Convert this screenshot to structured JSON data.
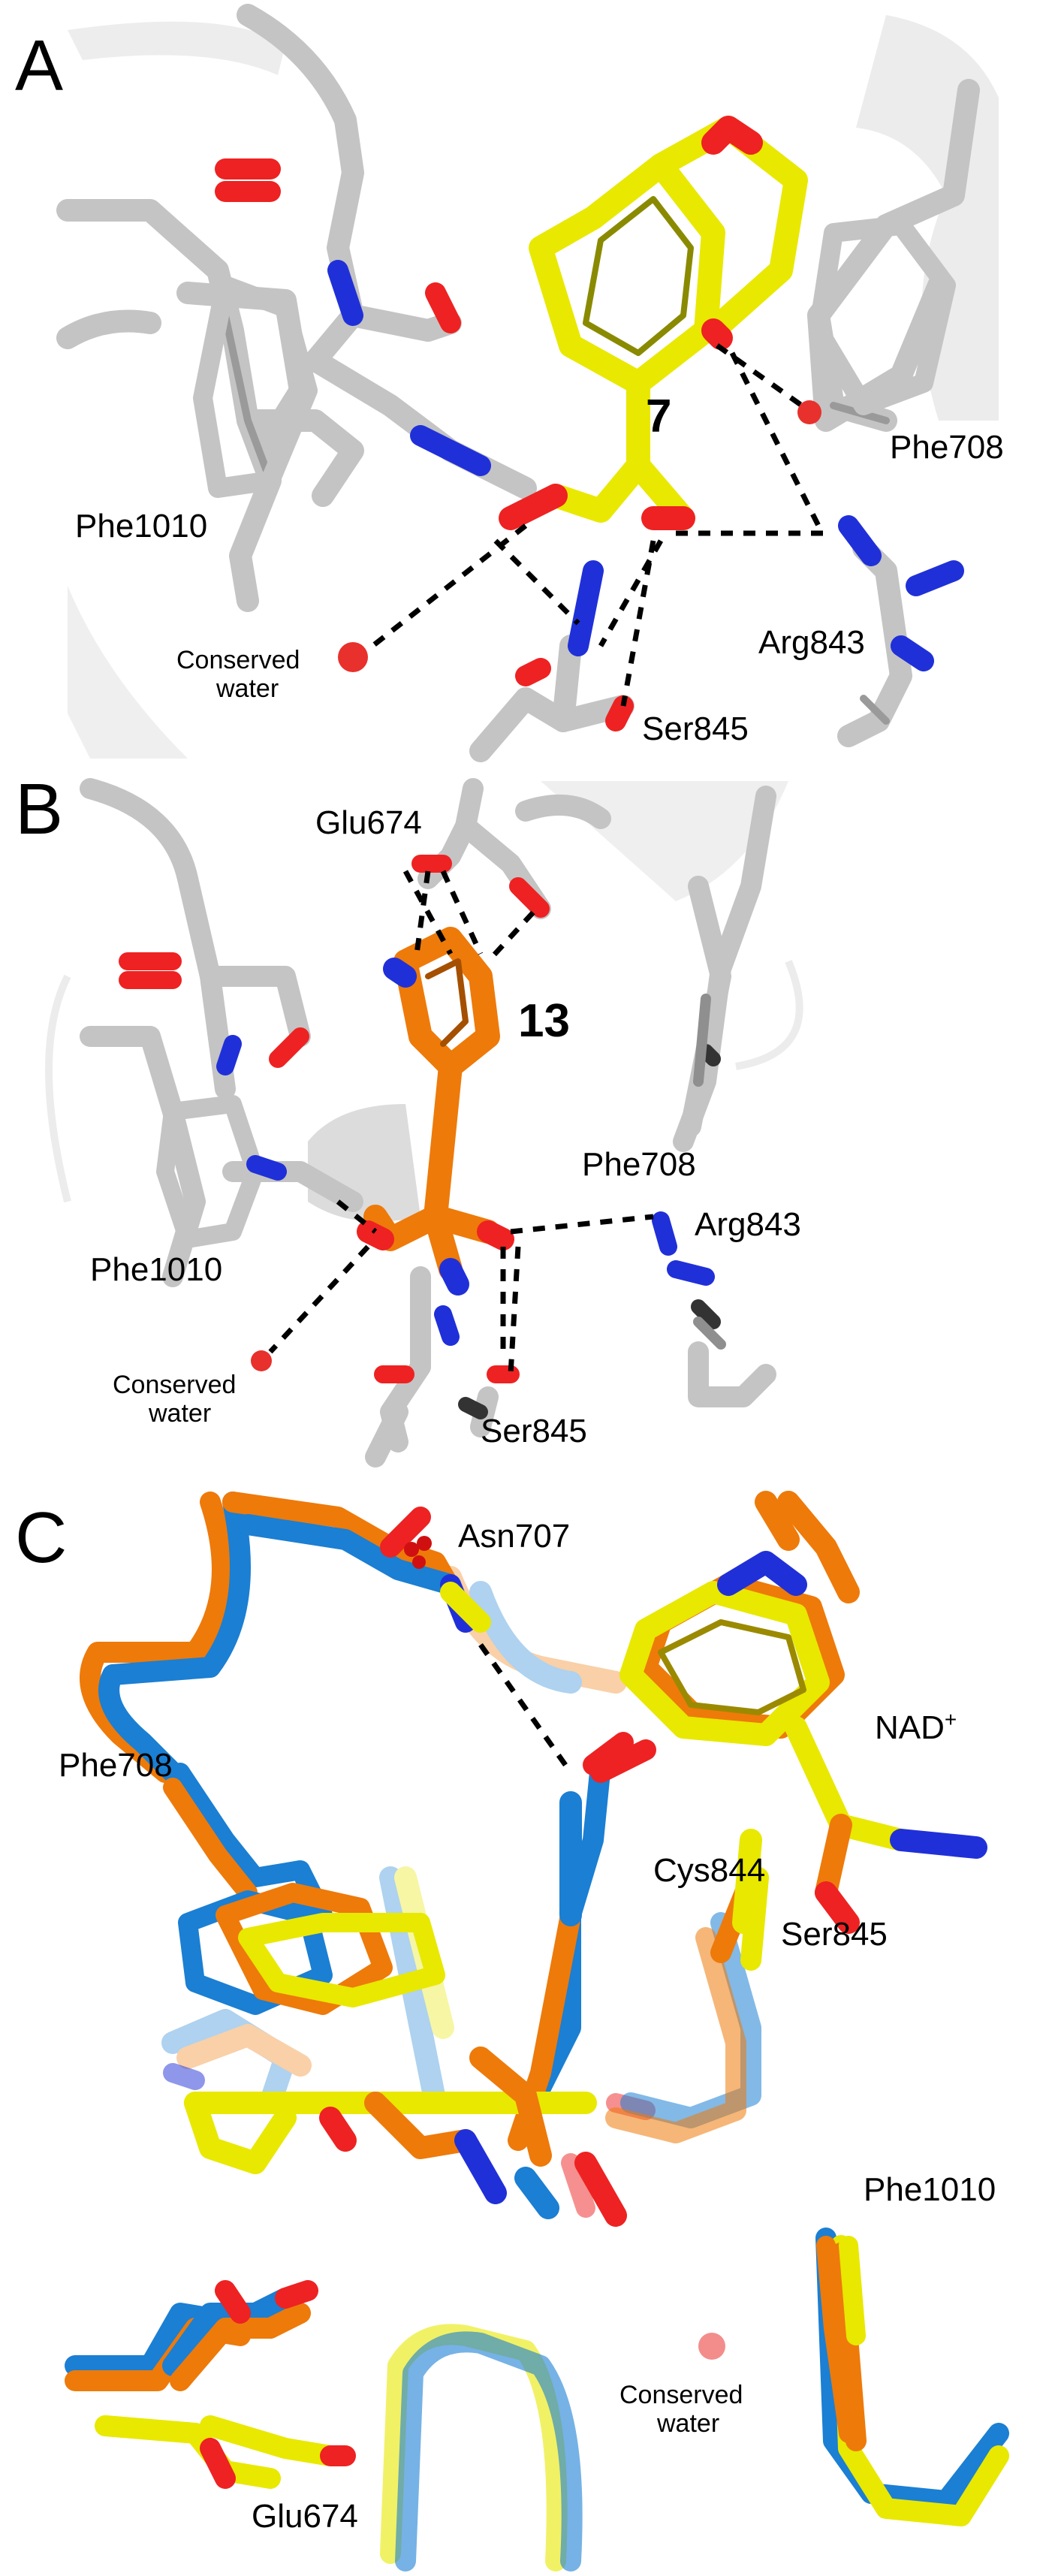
{
  "colors": {
    "protein": "#c8c8c8",
    "protein_shade": "#8f8f8f",
    "ligand_7": "#e8e800",
    "ligand_13": "#ee7a0a",
    "overlay_blue": "#1b7fd3",
    "oxygen": "#ee2222",
    "nitrogen": "#2030d8",
    "water": "#e8302c",
    "hbond": "#000000"
  },
  "panels": [
    {
      "letter": "A",
      "ligand_label": "7",
      "residues": [
        "Phe1010",
        "Phe708",
        "Arg843",
        "Ser845"
      ],
      "water_label": [
        "Conserved",
        "water"
      ]
    },
    {
      "letter": "B",
      "ligand_label": "13",
      "residues": [
        "Glu674",
        "Phe708",
        "Arg843",
        "Phe1010",
        "Ser845"
      ],
      "water_label": [
        "Conserved",
        "water"
      ]
    },
    {
      "letter": "C",
      "residues": [
        "Asn707",
        "Phe708",
        "Cys844",
        "Ser845",
        "Phe1010",
        "Glu674"
      ],
      "cofactor": "NAD",
      "cofactor_charge": "+",
      "water_label": [
        "Conserved",
        "water"
      ]
    }
  ]
}
